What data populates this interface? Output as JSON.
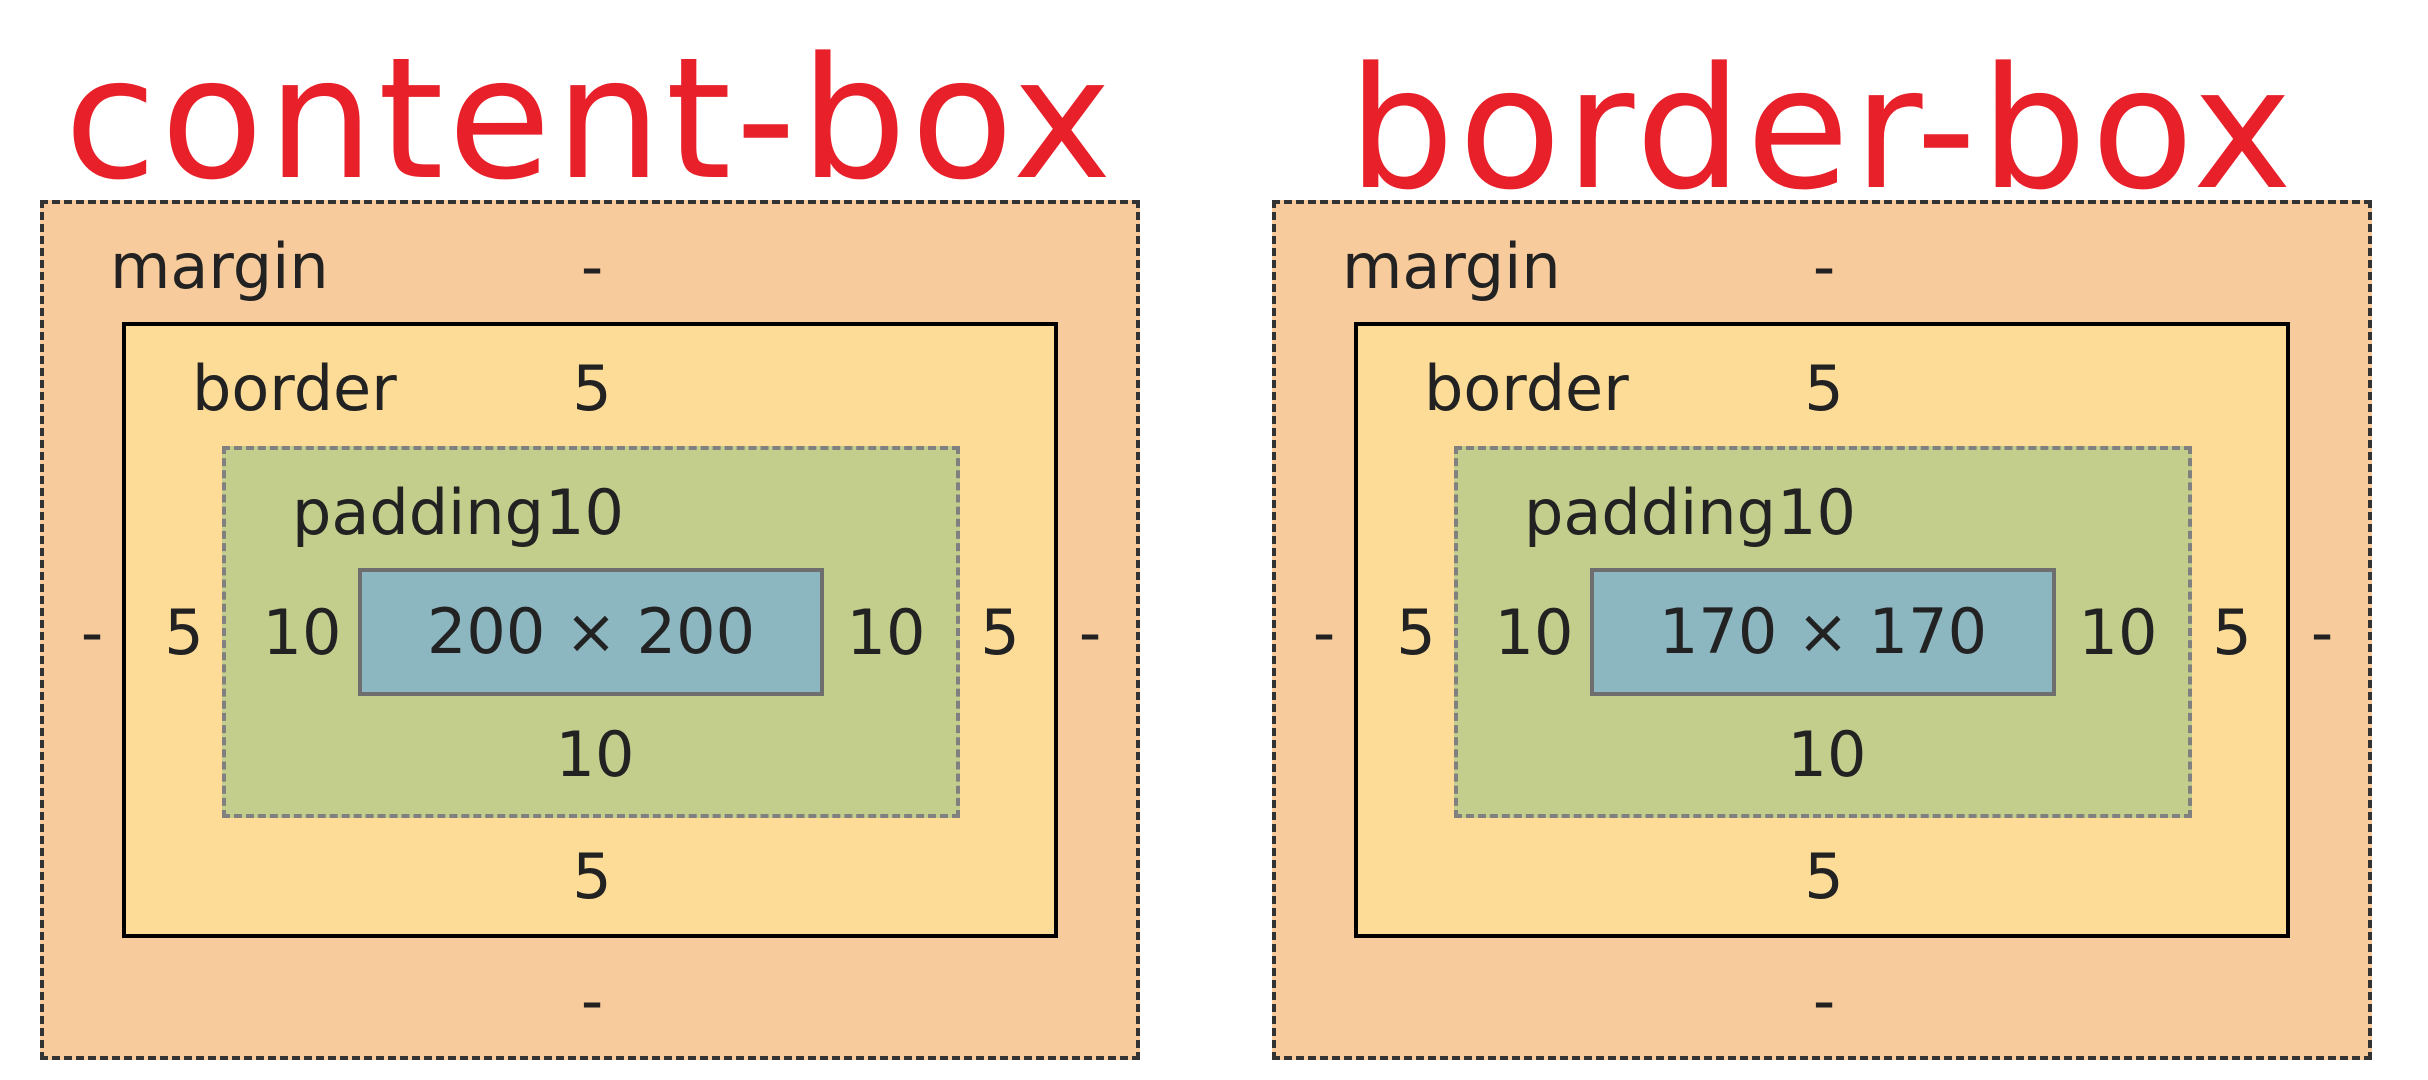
{
  "panels": [
    {
      "title": "content-box",
      "margin": {
        "label": "margin",
        "top": "-",
        "right": "-",
        "bottom": "-",
        "left": "-"
      },
      "border": {
        "label": "border",
        "top": "5",
        "right": "5",
        "bottom": "5",
        "left": "5"
      },
      "padding": {
        "label": "padding",
        "top": "10",
        "right": "10",
        "bottom": "10",
        "left": "10"
      },
      "content": "200 × 200"
    },
    {
      "title": "border-box",
      "margin": {
        "label": "margin",
        "top": "-",
        "right": "-",
        "bottom": "-",
        "left": "-"
      },
      "border": {
        "label": "border",
        "top": "5",
        "right": "5",
        "bottom": "5",
        "left": "5"
      },
      "padding": {
        "label": "padding",
        "top": "10",
        "right": "10",
        "bottom": "10",
        "left": "10"
      },
      "content": "170 × 170"
    }
  ],
  "colors": {
    "title": "#e8202a",
    "margin": "#f8cb9c",
    "border": "#fcdc96",
    "padding": "#c3ce8c",
    "content": "#8cb6c0"
  }
}
